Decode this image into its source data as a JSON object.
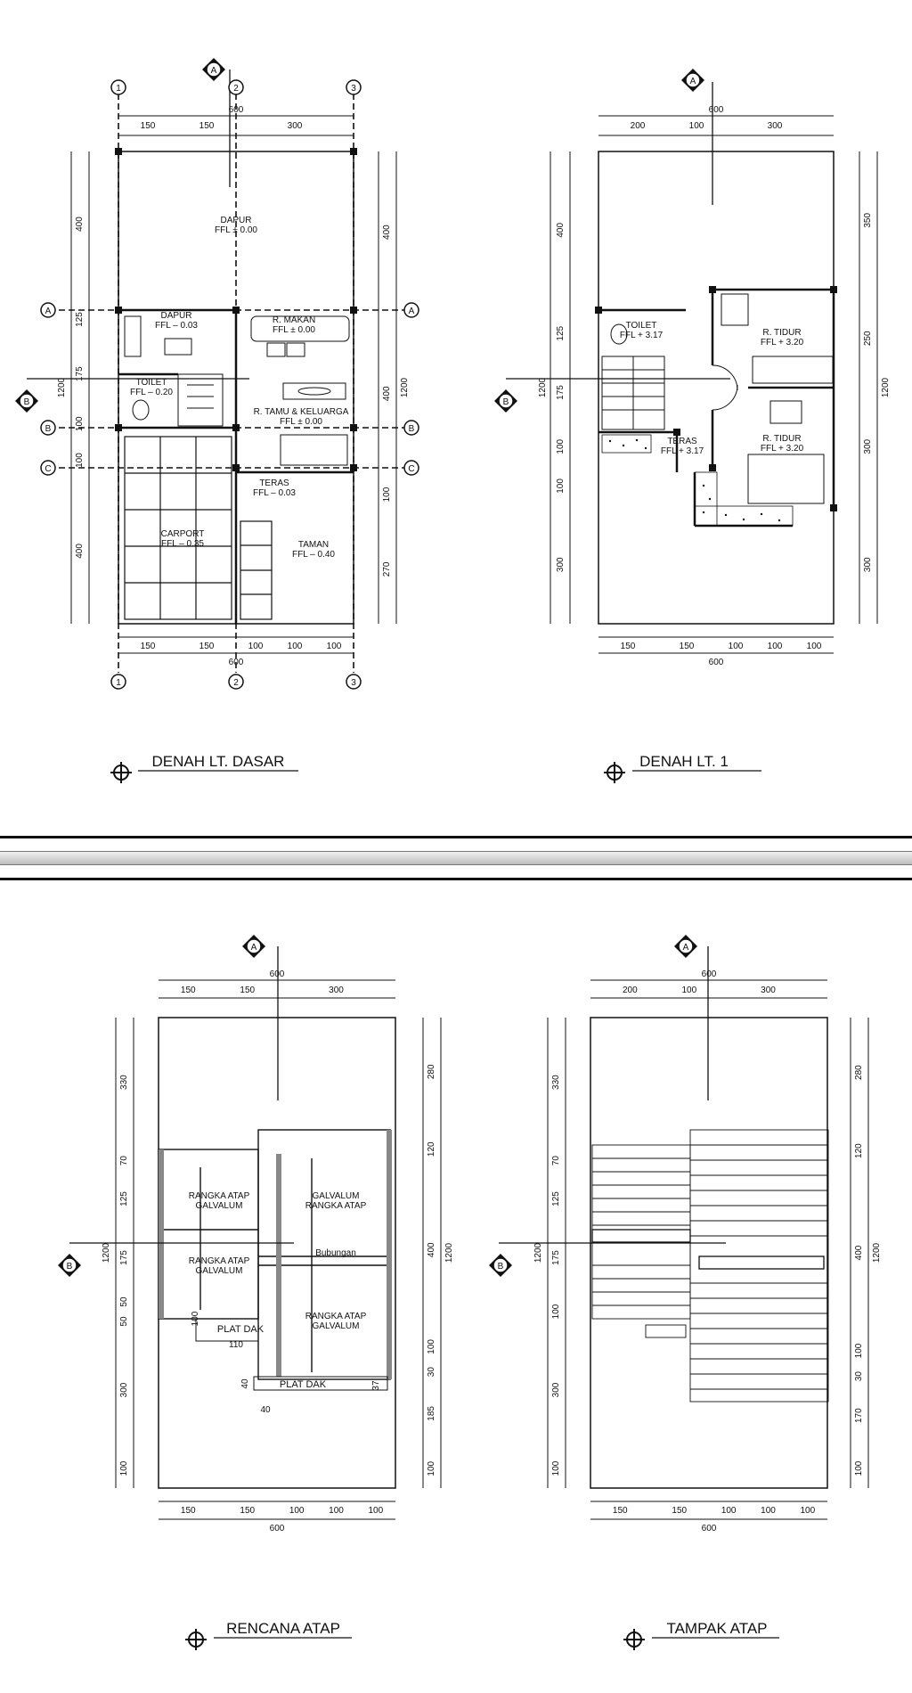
{
  "plans": [
    {
      "title": "DENAH LT. DASAR",
      "top_dims": [
        "150",
        "150",
        "300"
      ],
      "overall": "600",
      "bottom_dims": [
        "150",
        "150",
        "100",
        "100",
        "100"
      ],
      "bottom_overall": "600",
      "left_dims": [
        "400",
        "125",
        "175",
        "100",
        "100",
        "400"
      ],
      "left_total": "1200",
      "right_dims": [
        "400",
        "400",
        "100",
        "270"
      ],
      "right_total": "1200",
      "grid_x": [
        "1",
        "2",
        "3"
      ],
      "grid_y": [
        "A",
        "B",
        "C"
      ],
      "rooms": [
        {
          "name": "DAPUR",
          "level": "FFL ± 0.00"
        },
        {
          "name": "DAPUR",
          "level": "FFL – 0.03"
        },
        {
          "name": "R. MAKAN",
          "level": "FFL ± 0.00"
        },
        {
          "name": "TOILET",
          "level": "FFL – 0.20"
        },
        {
          "name": "R. TAMU & KELUARGA",
          "level": "FFL ± 0.00"
        },
        {
          "name": "TERAS",
          "level": "FFL – 0.03"
        },
        {
          "name": "CARPORT",
          "level": "FFL – 0.35"
        },
        {
          "name": "TAMAN",
          "level": "FFL – 0.40"
        }
      ],
      "cut_a": "A",
      "cut_b": "B"
    },
    {
      "title": "DENAH LT. 1",
      "top_dims": [
        "200",
        "100",
        "300"
      ],
      "overall": "600",
      "bottom_dims": [
        "150",
        "150",
        "100",
        "100",
        "100"
      ],
      "bottom_overall": "600",
      "left_dims": [
        "400",
        "125",
        "175",
        "100",
        "100",
        "300"
      ],
      "left_total": "1200",
      "right_dims": [
        "350",
        "250",
        "300",
        "300"
      ],
      "right_total": "1200",
      "rooms": [
        {
          "name": "TOILET",
          "level": "FFL + 3.17"
        },
        {
          "name": "R. TIDUR",
          "level": "FFL + 3.20"
        },
        {
          "name": "TERAS",
          "level": "FFL + 3.17"
        },
        {
          "name": "R. TIDUR",
          "level": "FFL + 3.20"
        }
      ],
      "cut_a": "A",
      "cut_b": "B"
    },
    {
      "title": "RENCANA ATAP",
      "top_dims": [
        "150",
        "150",
        "300"
      ],
      "overall": "600",
      "bottom_dims": [
        "150",
        "150",
        "100",
        "100",
        "100"
      ],
      "bottom_overall": "600",
      "left_dims": [
        "330",
        "70",
        "125",
        "175",
        "50",
        "50",
        "300",
        "100"
      ],
      "left_total": "1200",
      "right_dims": [
        "280",
        "120",
        "400",
        "100",
        "30",
        "185",
        "100"
      ],
      "right_total": "1200",
      "labels": [
        {
          "l1": "RANGKA ATAP",
          "l2": "GALVALUM"
        },
        {
          "l1": "RANGKA ATAP",
          "l2": "GALVALUM"
        },
        {
          "l1": "GALVALUM",
          "l2": "RANGKA ATAP"
        },
        {
          "l1": "RANGKA ATAP",
          "l2": "GALVALUM"
        }
      ],
      "bubungan": "Bubungan",
      "plat1": "PLAT DAK",
      "plat2": "PLAT DAK",
      "small_dims": [
        "100",
        "110",
        "40",
        "40",
        "37"
      ],
      "cut_a": "A",
      "cut_b": "B"
    },
    {
      "title": "TAMPAK ATAP",
      "top_dims": [
        "200",
        "100",
        "300"
      ],
      "overall": "600",
      "bottom_dims": [
        "150",
        "150",
        "100",
        "100",
        "100"
      ],
      "bottom_overall": "600",
      "left_dims": [
        "330",
        "70",
        "125",
        "175",
        "100",
        "300",
        "100"
      ],
      "left_total": "1200",
      "right_dims": [
        "280",
        "120",
        "400",
        "100",
        "30",
        "170",
        "100"
      ],
      "right_total": "1200",
      "cut_a": "A",
      "cut_b": "B"
    }
  ]
}
